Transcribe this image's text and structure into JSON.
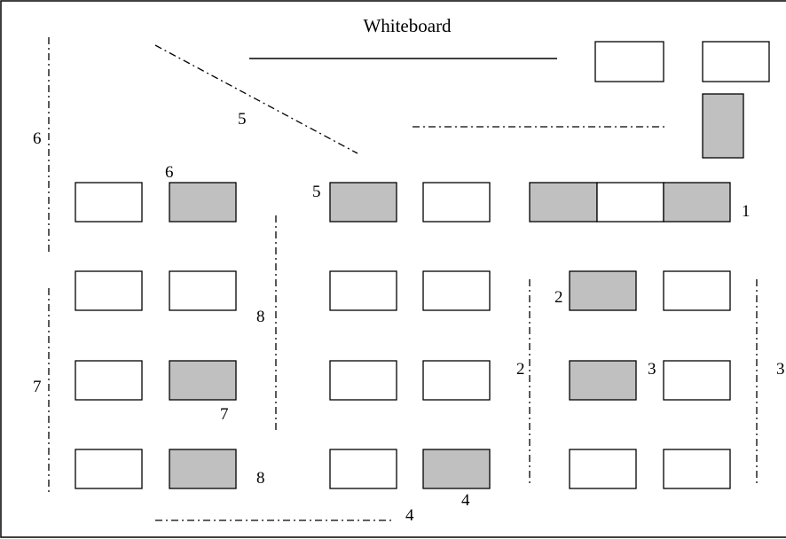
{
  "title": "Whiteboard",
  "colors": {
    "occupied": "#c0c0c0",
    "empty": "#ffffff",
    "stroke": "#000000"
  },
  "desks": [
    {
      "id": "top-right-1",
      "state": "empty"
    },
    {
      "id": "top-right-2",
      "state": "empty"
    },
    {
      "id": "teacher-desk",
      "state": "occupied"
    },
    {
      "id": "row1-a",
      "state": "empty"
    },
    {
      "id": "row1-b",
      "state": "occupied"
    },
    {
      "id": "row1-c",
      "state": "occupied"
    },
    {
      "id": "row1-d",
      "state": "empty"
    },
    {
      "id": "row1-e",
      "state": "occupied"
    },
    {
      "id": "row1-f",
      "state": "empty"
    },
    {
      "id": "row1-g",
      "state": "occupied"
    },
    {
      "id": "row2-a",
      "state": "empty"
    },
    {
      "id": "row2-b",
      "state": "empty"
    },
    {
      "id": "row2-c",
      "state": "empty"
    },
    {
      "id": "row2-d",
      "state": "empty"
    },
    {
      "id": "row2-e",
      "state": "occupied"
    },
    {
      "id": "row2-f",
      "state": "empty"
    },
    {
      "id": "row3-a",
      "state": "empty"
    },
    {
      "id": "row3-b",
      "state": "occupied"
    },
    {
      "id": "row3-c",
      "state": "empty"
    },
    {
      "id": "row3-d",
      "state": "empty"
    },
    {
      "id": "row3-e",
      "state": "occupied"
    },
    {
      "id": "row3-f",
      "state": "empty"
    },
    {
      "id": "row4-a",
      "state": "empty"
    },
    {
      "id": "row4-b",
      "state": "occupied"
    },
    {
      "id": "row4-c",
      "state": "empty"
    },
    {
      "id": "row4-d",
      "state": "occupied"
    },
    {
      "id": "row4-e",
      "state": "empty"
    },
    {
      "id": "row4-f",
      "state": "empty"
    }
  ],
  "labels": [
    {
      "id": "label-1",
      "text": "1"
    },
    {
      "id": "label-2-desk",
      "text": "2"
    },
    {
      "id": "label-2-path",
      "text": "2"
    },
    {
      "id": "label-3-desk",
      "text": "3"
    },
    {
      "id": "label-3-path",
      "text": "3"
    },
    {
      "id": "label-4-path",
      "text": "4"
    },
    {
      "id": "label-4-desk",
      "text": "4"
    },
    {
      "id": "label-5-path",
      "text": "5"
    },
    {
      "id": "label-5-desk",
      "text": "5"
    },
    {
      "id": "label-6-path",
      "text": "6"
    },
    {
      "id": "label-6-desk",
      "text": "6"
    },
    {
      "id": "label-7-path",
      "text": "7"
    },
    {
      "id": "label-7-desk",
      "text": "7"
    },
    {
      "id": "label-8-path",
      "text": "8"
    },
    {
      "id": "label-8-desk",
      "text": "8"
    }
  ]
}
